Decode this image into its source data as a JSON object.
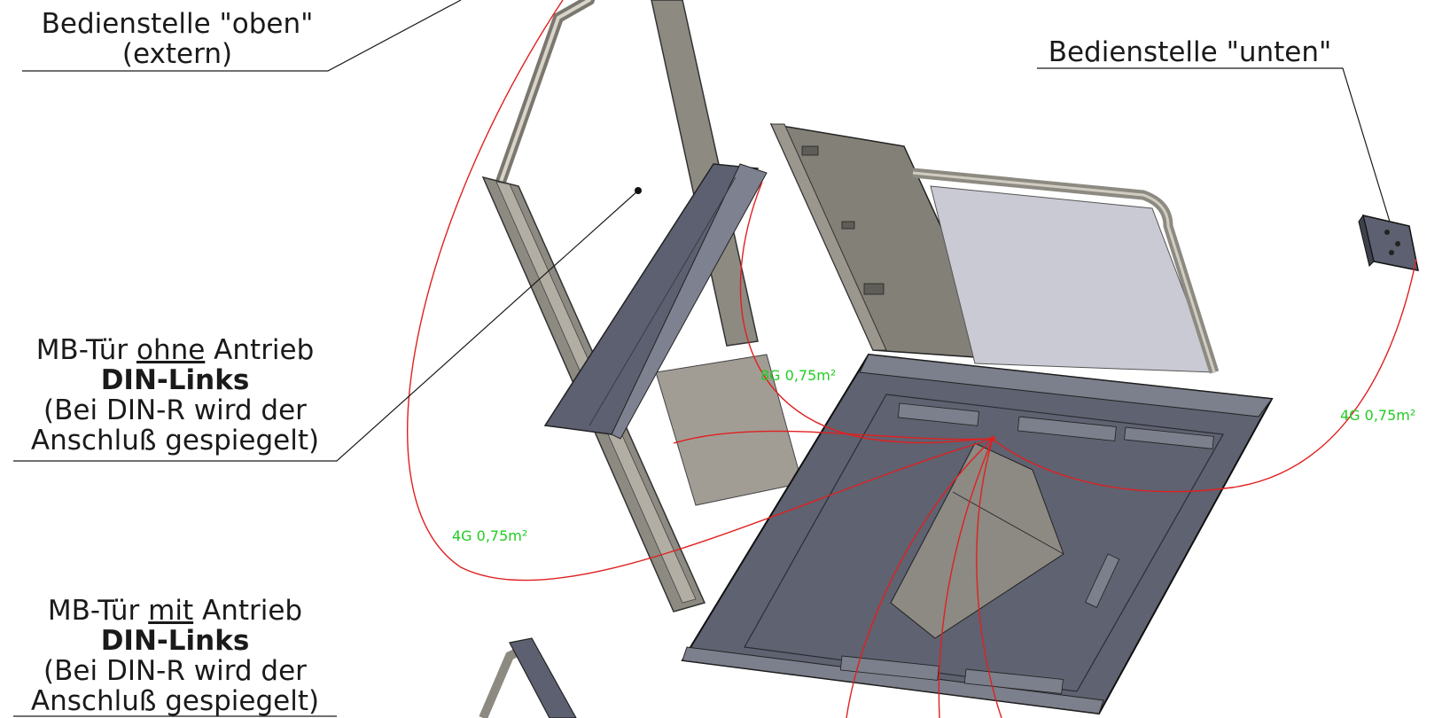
{
  "labels": {
    "bedienstelle_oben": {
      "line1": "Bedienstelle \"oben\"",
      "line2": "(extern)"
    },
    "bedienstelle_unten": {
      "line1": "Bedienstelle \"unten\""
    },
    "door_without_drive": {
      "pre": "MB-Tür ",
      "underlined": "ohne",
      "post": " Antrieb",
      "bold": "DIN-Links",
      "line3": "(Bei DIN-R wird der",
      "line4": "Anschluß gespiegelt)"
    },
    "door_with_drive": {
      "pre": "MB-Tür ",
      "underlined": "mit",
      "post": " Antrieb",
      "bold": "DIN-Links",
      "line3": "(Bei DIN-R wird der",
      "line4": "Anschluß gespiegelt)"
    }
  },
  "cables": {
    "cable_8g": "8G 0,75m²",
    "cable_4g_right": "4G 0,75m²",
    "cable_4g_left": "4G 0,75m²"
  },
  "colors": {
    "cable_line": "#e02020",
    "cable_text": "#22cc22",
    "leader_line": "#1a1a1a",
    "panel_dark": "#5f6270",
    "frame_grey": "#9a968c",
    "glass": "#c9cad3"
  }
}
